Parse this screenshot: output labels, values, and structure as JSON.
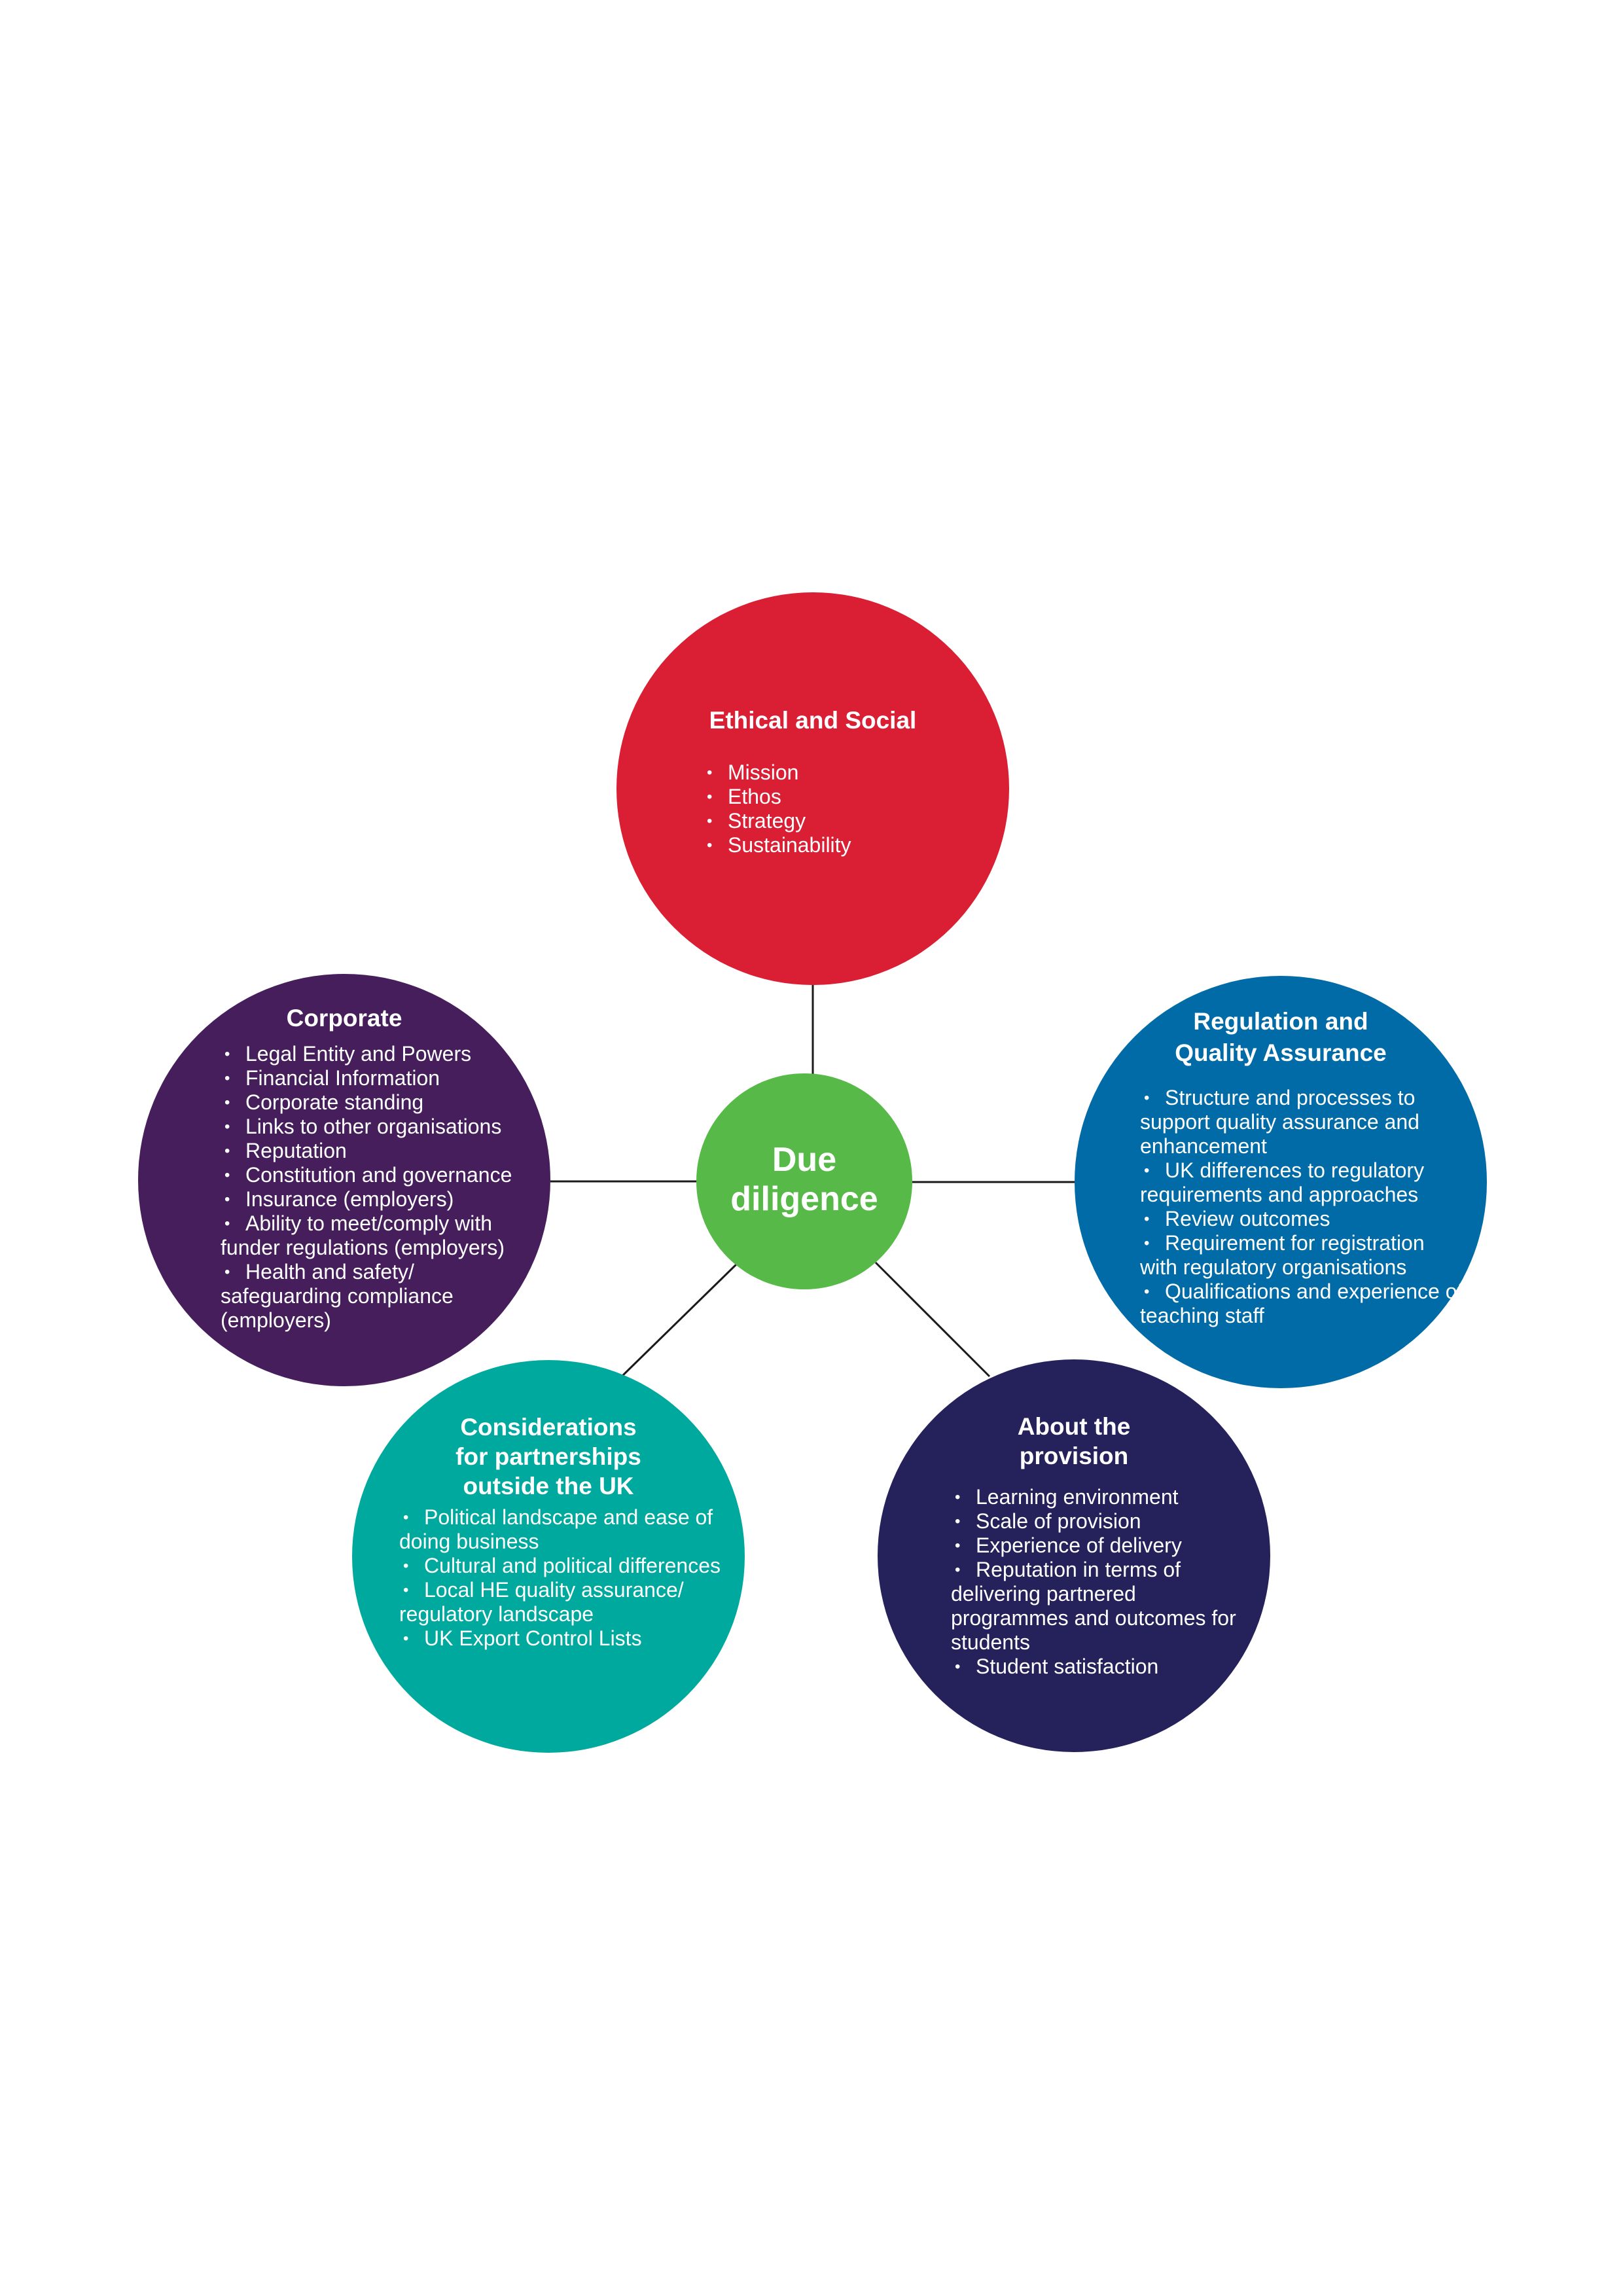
{
  "center": {
    "title_line1": "Due",
    "title_line2": "diligence",
    "color": "#57b947"
  },
  "ethical": {
    "title": "Ethical and Social",
    "color": "#da1e33",
    "items": [
      "Mission",
      "Ethos",
      "Strategy",
      "Sustainability"
    ]
  },
  "corporate": {
    "title": "Corporate",
    "color": "#461e5c",
    "items": [
      "Legal Entity and Powers",
      "Financial Information",
      "Corporate standing",
      "Links to other organisations",
      "Reputation",
      "Constitution and governance",
      "Insurance (employers)",
      "Ability to meet/comply with funder regulations (employers)",
      "Health and safety/ safeguarding compliance (employers)"
    ]
  },
  "regulation": {
    "title_line1": "Regulation and",
    "title_line2": "Quality Assurance",
    "color": "#006ba6",
    "items": [
      "Structure and processes to support quality assurance and enhancement",
      "UK differences to regulatory requirements and approaches",
      "Review outcomes",
      "Requirement for registration with regulatory organisations",
      "Qualifications and experience of teaching staff"
    ]
  },
  "outside": {
    "title_line1": "Considerations",
    "title_line2": "for partnerships",
    "title_line3": "outside the UK",
    "color": "#00a99d",
    "items": [
      "Political landscape and ease of doing business",
      "Cultural and political differences",
      "Local HE quality assurance/ regulatory landscape",
      "UK Export Control Lists"
    ]
  },
  "provision": {
    "title_line1": "About the",
    "title_line2": "provision",
    "color": "#24215b",
    "items": [
      "Learning environment",
      "Scale of provision",
      "Experience of delivery",
      "Reputation in terms of delivering partnered programmes and outcomes for students",
      "Student satisfaction"
    ]
  }
}
